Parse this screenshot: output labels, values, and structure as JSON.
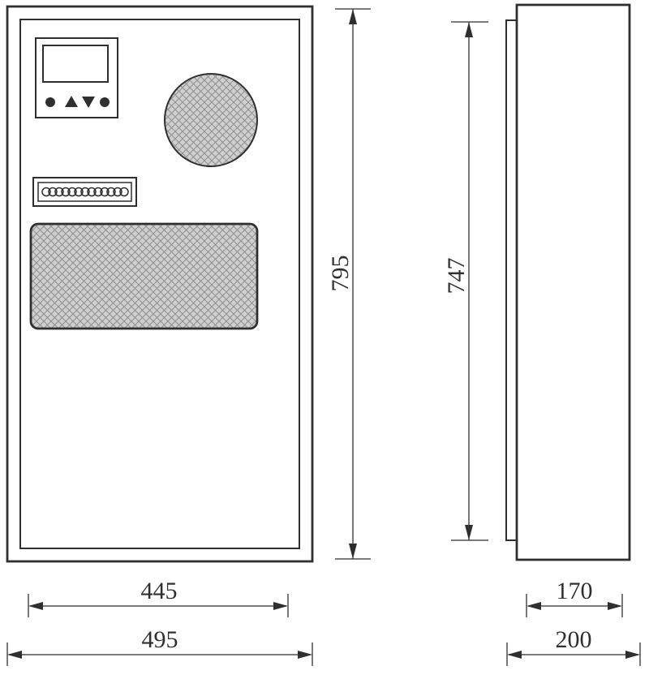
{
  "diagram": {
    "dimensions": {
      "front_height": "795",
      "door_height": "747",
      "front_width_inner": "445",
      "front_width_overall": "495",
      "side_depth_inner": "170",
      "side_depth_overall": "200"
    }
  },
  "colors": {
    "line": "#2f2f2f",
    "mesh_fill": "#cfcfcf",
    "mesh_line": "#8f8f8f",
    "background": "#ffffff"
  }
}
